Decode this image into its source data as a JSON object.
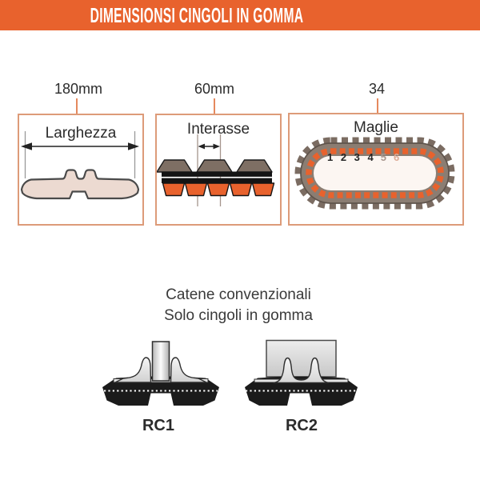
{
  "header": {
    "title": "DIMENSIONSI CINGOLI IN GOMMA"
  },
  "panels": {
    "width": {
      "value": "180mm",
      "label": "Larghezza"
    },
    "pitch": {
      "value": "60mm",
      "label": "Interasse"
    },
    "links": {
      "value": "34",
      "label": "Maglie",
      "numbers_dark": "1 2 3 4",
      "number_5": "5",
      "number_6": "6"
    }
  },
  "note": {
    "line1": "Catene convenzionali",
    "line2": "Solo cingoli in gomma"
  },
  "profiles": {
    "rc1_label": "RC1",
    "rc2_label": "RC2"
  },
  "colors": {
    "banner": "#e8622d",
    "accent_orange": "#e8622d",
    "box_border": "#dd9b79",
    "track_section_fill": "#ecdad1",
    "lug_brown": "#7e6f64",
    "loop_body": "#8b7d72",
    "number_faded_1": "#a8968e",
    "number_faded_2": "#dcab96"
  }
}
